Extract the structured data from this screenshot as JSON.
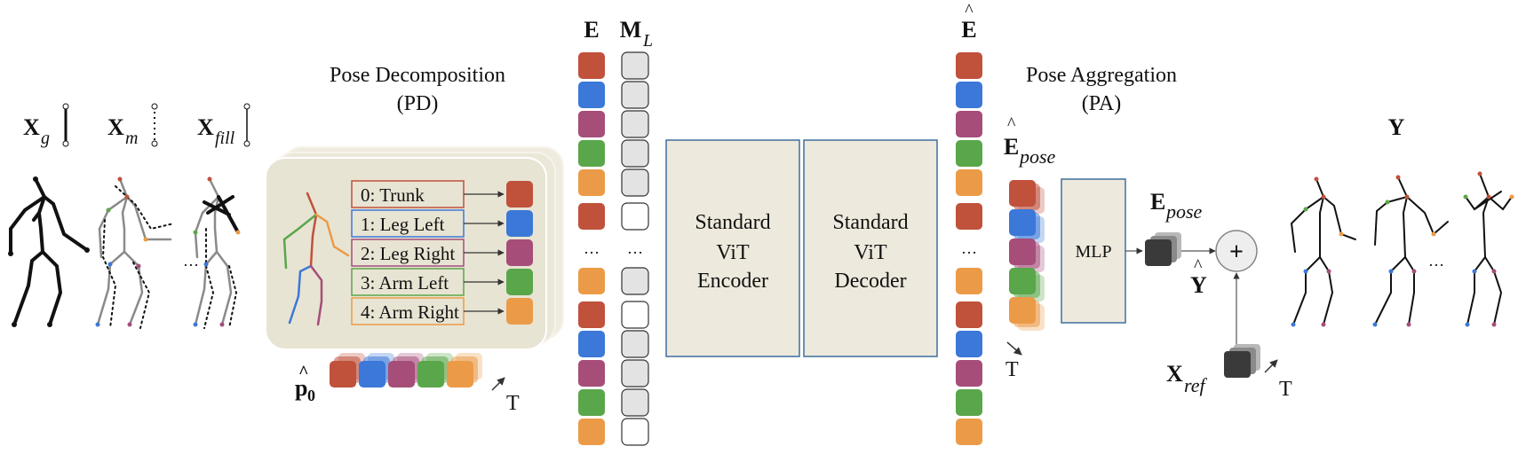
{
  "colors": {
    "trunk": "#c0513b",
    "leg_left": "#3b78d8",
    "leg_right": "#a64d79",
    "arm_left": "#5aa64a",
    "arm_right": "#eb9b48",
    "block_fill": "#ede9dc",
    "block_stroke": "#3f6f9f",
    "mask_grey": "#e3e3e3",
    "token_dark": "#3a3a3a"
  },
  "inputs": {
    "x_g": "X",
    "x_g_sub": "g",
    "x_m": "X",
    "x_m_sub": "m",
    "x_fill": "X",
    "x_fill_sub": "fill",
    "ellipsis": "…"
  },
  "pd": {
    "title_line1": "Pose Decomposition",
    "title_line2": "(PD)",
    "parts": [
      "0: Trunk",
      "1: Leg Left",
      "2: Leg Right",
      "3: Arm Left",
      "4: Arm Right"
    ],
    "p0_label": "p",
    "p0_sub": "0",
    "hat": "^",
    "t_label": "T"
  },
  "columns": {
    "e_label": "E",
    "m_label": "M",
    "m_sub": "L",
    "ehat_label": "E",
    "hat": "^",
    "dots": "…",
    "mask_pattern": [
      true,
      true,
      true,
      true,
      true,
      false,
      true,
      false,
      true,
      true,
      true,
      false,
      false
    ]
  },
  "encoder": {
    "line1": "Standard",
    "line2": "ViT",
    "line3": "Encoder"
  },
  "decoder": {
    "line1": "Standard",
    "line2": "ViT",
    "line3": "Decoder"
  },
  "pa": {
    "title_line1": "Pose Aggregation",
    "title_line2": "(PA)",
    "epose_hat": "E",
    "epose_hat_sub": "pose",
    "mlp": "MLP",
    "epose": "E",
    "epose_sub": "pose",
    "plus": "+",
    "yhat": "Y",
    "xref": "X",
    "xref_sub": "ref",
    "t_label": "T",
    "hat": "^"
  },
  "output": {
    "y_label": "Y",
    "ellipsis": "…"
  }
}
